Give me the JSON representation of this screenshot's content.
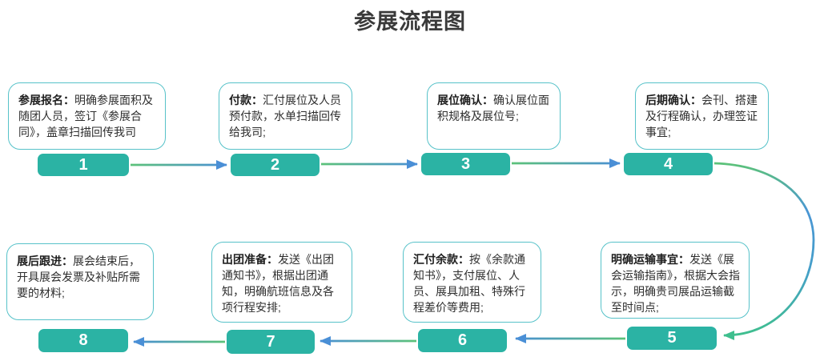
{
  "title": "参展流程图",
  "steps": [
    {
      "number": "1",
      "label": "参展报名：",
      "text": "明确参展面积及随团人员，签订《参展合同》，盖章扫描回传我司"
    },
    {
      "number": "2",
      "label": "付款：",
      "text": "汇付展位及人员预付款，水单扫描回传给我司;"
    },
    {
      "number": "3",
      "label": "展位确认：",
      "text": "确认展位面积规格及展位号;"
    },
    {
      "number": "4",
      "label": "后期确认：",
      "text": "会刊、搭建及行程确认，办理签证事宜;"
    },
    {
      "number": "5",
      "label": "明确运输事宜：",
      "text": "发送《展会运输指南》，根据大会指示，明确贵司展品运输截至时间点;"
    },
    {
      "number": "6",
      "label": "汇付余款：",
      "text": "按《余款通知书》，支付展位、人员、展具加租、特殊行程差价等费用;"
    },
    {
      "number": "7",
      "label": "出团准备：",
      "text": "发送《出团通知书》，根据出团通知，明确航班信息及各项行程安排;"
    },
    {
      "number": "8",
      "label": "展后跟进：",
      "text": "展会结束后，开具展会发票及补贴所需要的材料;"
    }
  ],
  "flow_order": [
    "1",
    "2",
    "3",
    "4",
    "5",
    "6",
    "7",
    "8"
  ],
  "colors": {
    "bar_teal": "#2bb3a4",
    "box_border": "#57c2c9",
    "arrow_green": "#5cc279",
    "arrow_blue": "#4a8fd6",
    "arrow_teal_green": "#3fbf8e",
    "title_text": "#3a3a3a",
    "body_text": "#2e2e2e"
  }
}
